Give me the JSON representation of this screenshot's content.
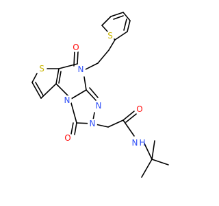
{
  "molecule": {
    "colors": {
      "oxygen": "#ff0d0d",
      "nitrogen": "#3050f8",
      "sulfur": "#c8b400",
      "carbon": "#000000"
    },
    "labels": {
      "o_thieno_carbonyl": "O",
      "o_triazolone": "O",
      "o_amide": "O",
      "s_thiophene_core": "S",
      "s_thiophene_side": "S",
      "n_pyrimidine": "N",
      "n_bridgehead": "N",
      "n_triazole_3": "N",
      "n_triazole_2": "N",
      "n_amide": "N",
      "h_amide": "H"
    }
  }
}
